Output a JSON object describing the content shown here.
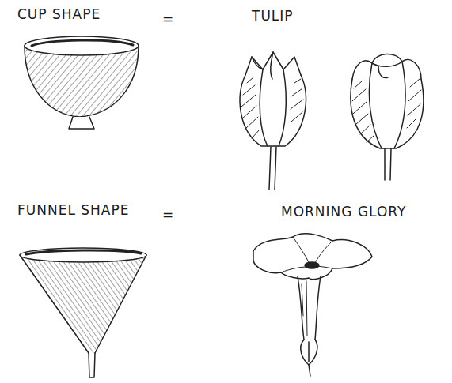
{
  "diagram": {
    "labels": [
      "CUP SHAPE",
      "=",
      "TULIP",
      "FUNNEL SHAPE",
      "=",
      "MORNING GLORY"
    ]
  }
}
